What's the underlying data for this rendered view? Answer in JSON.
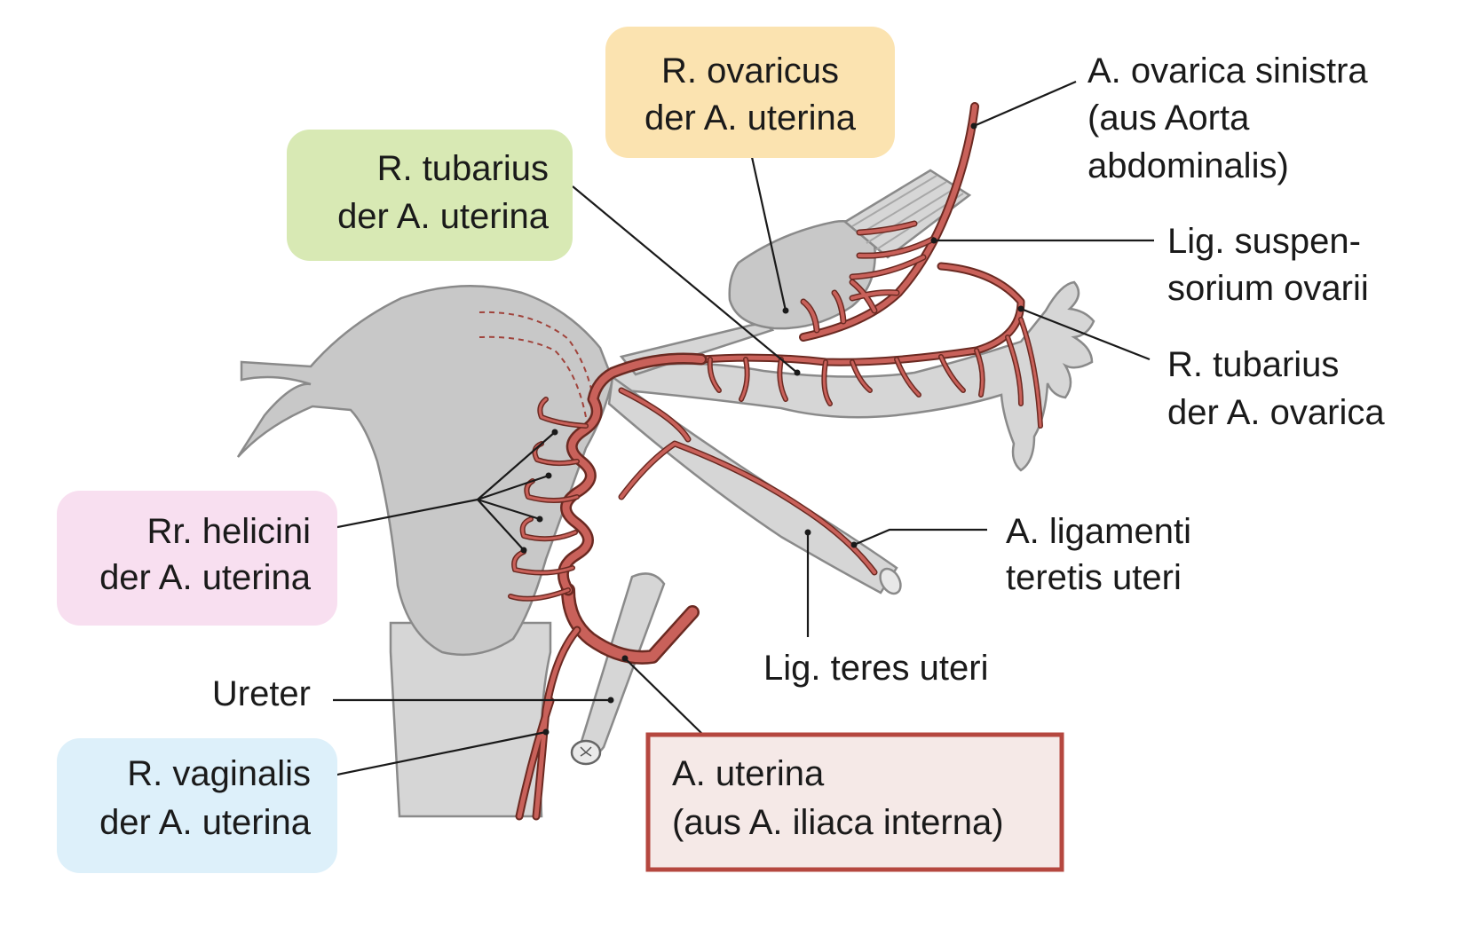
{
  "labels": {
    "r_ovaricus": [
      "R. ovaricus",
      "der A. uterina"
    ],
    "a_ovarica_sinistra": [
      "A. ovarica sinistra",
      "(aus Aorta",
      "abdominalis)"
    ],
    "r_tubarius_uterina": [
      "R. tubarius",
      "der A. uterina"
    ],
    "lig_suspensorium": [
      "Lig. suspen-",
      "sorium ovarii"
    ],
    "r_tubarius_ovarica": [
      "R. tubarius",
      "der A. ovarica"
    ],
    "rr_helicini": [
      "Rr. helicini",
      "der A. uterina"
    ],
    "a_ligamenti_teretis": [
      "A. ligamenti",
      "teretis uteri"
    ],
    "lig_teres": [
      "Lig. teres uteri"
    ],
    "ureter": [
      "Ureter"
    ],
    "r_vaginalis": [
      "R. vaginalis",
      "der A. uterina"
    ],
    "a_uterina": [
      "A. uterina",
      "(aus A. iliaca interna)"
    ]
  },
  "colors": {
    "ovaricus_box": "#fbe3b0",
    "tubarius_box": "#d8e9b4",
    "helicini_box": "#f8dff0",
    "vaginalis_box": "#ddf0fa",
    "uterina_box_fill": "#f5e9e7",
    "uterina_box_border": "#b5473f",
    "artery": "#c9615a"
  }
}
